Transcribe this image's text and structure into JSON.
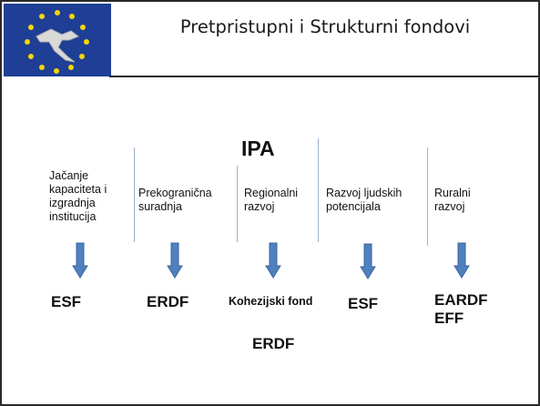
{
  "header": {
    "title": "Pretpristupni i Strukturni fondovi",
    "logo": "croatia-map-with-eu-stars"
  },
  "ipa_title": "IPA",
  "columns": [
    {
      "category": "Jačanje kapaciteta i izgradnja institucija",
      "funds": [
        "ESF"
      ]
    },
    {
      "category": "Prekogranična suradnja",
      "funds": [
        "ERDF"
      ]
    },
    {
      "category": "Regionalni razvoj",
      "funds": [
        "Kohezijski fond",
        "ERDF"
      ]
    },
    {
      "category": "Razvoj ljudskih potencijala",
      "funds": [
        "ESF"
      ]
    },
    {
      "category": "Ruralni razvoj",
      "funds": [
        "EARDF",
        "EFF"
      ]
    }
  ],
  "colors": {
    "logo_background": "#1e3f95",
    "stars": "#f5d50a",
    "map": "#d9d9d9",
    "separator": "#9fb3cc",
    "arrow_fill": "#4f81bd",
    "arrow_stroke": "#3a64a2"
  }
}
